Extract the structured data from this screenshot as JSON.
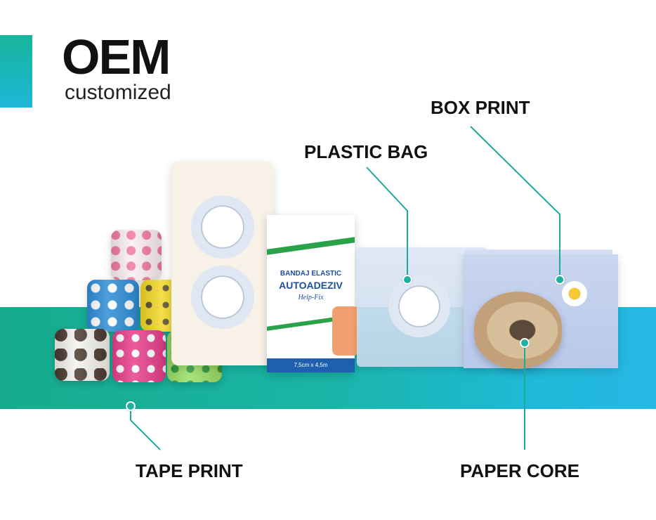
{
  "header": {
    "title": "OEM",
    "subtitle": "customized"
  },
  "callouts": {
    "box_print": "BOX PRINT",
    "plastic_bag": "PLASTIC BAG",
    "tape_print": "TAPE PRINT",
    "paper_core": "PAPER CORE"
  },
  "product_box": {
    "line1": "BANDAJ ELASTIC",
    "line2": "AUTOADEZIV",
    "line3": "Help-Fix",
    "size": "7,5cm x 4,5m"
  },
  "colors": {
    "accent_start": "#17b59a",
    "accent_end": "#27b8e6",
    "text": "#111111"
  }
}
